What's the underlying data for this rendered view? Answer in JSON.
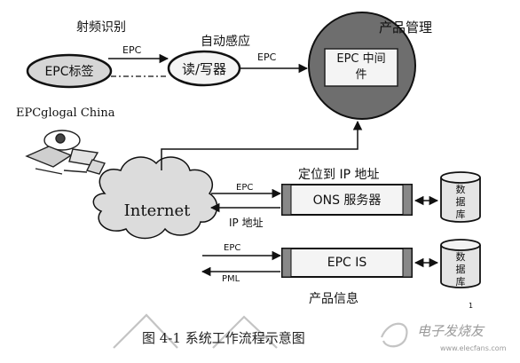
{
  "nodes": {
    "epc_tag": "EPC标签",
    "reader": "读/写器",
    "middleware_line1": "EPC 中间",
    "middleware_line2": "件",
    "internet": "Internet",
    "ons_server": "ONS 服务器",
    "epc_is": "EPC IS",
    "database_ons": [
      "数",
      "据",
      "库"
    ],
    "database_is": [
      "数",
      "据",
      "库"
    ]
  },
  "labels": {
    "rfid": "射频识别",
    "epc_tag_to_reader": "EPC",
    "auto_sense": "自动感应",
    "epc_reader_to_mw": "EPC",
    "product_management": "产品管理",
    "epcglobal": "EPCglogal China",
    "locate_ip": "定位到 IP 地址",
    "epc_to_ons": "EPC",
    "ip_address": "IP 地址",
    "epc_to_is": "EPC",
    "pml": "PML",
    "product_info": "产品信息",
    "page_marker": "1"
  },
  "caption": "图 4-1   系统工作流程示意图",
  "watermark": {
    "text": "电子发烧友",
    "url": "www.elecfans.com"
  }
}
